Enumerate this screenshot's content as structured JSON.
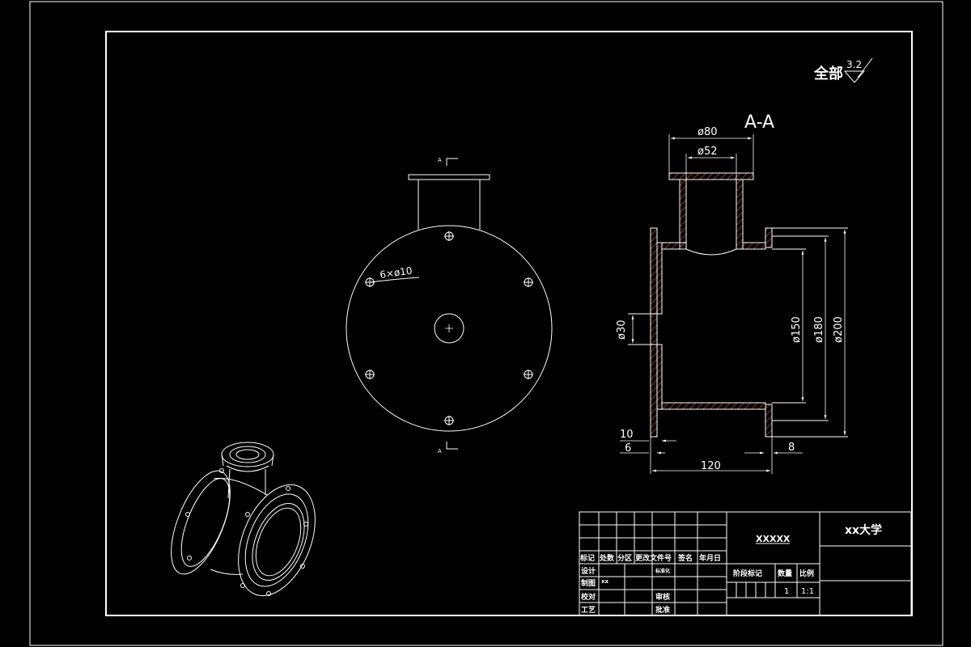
{
  "surface_finish": {
    "prefix": "全部",
    "value": "3.2"
  },
  "section_title": "A-A",
  "section_marker": "A",
  "front_view": {
    "hole_callout": "6×ø10"
  },
  "dimensions": {
    "d80": "ø80",
    "d52": "ø52",
    "d30": "ø30",
    "d150": "ø150",
    "d180": "ø180",
    "d200": "ø200",
    "len120": "120",
    "w10": "10",
    "w6": "6",
    "w8": "8"
  },
  "title_block": {
    "part_name": "XXXXX",
    "school": "xx大学",
    "row_headers": [
      "标记",
      "处数",
      "分区",
      "更改文件号",
      "签名",
      "年月日"
    ],
    "design": "设计",
    "std": "标准化",
    "drafting": "制图",
    "check": "校对",
    "review": "审核",
    "process": "工艺",
    "approve": "批准",
    "stage_mark": "阶段标记",
    "quantity": "数量",
    "scale": "比例",
    "quantity_value": "1",
    "scale_value": "1:1",
    "draft_name": "xx"
  }
}
